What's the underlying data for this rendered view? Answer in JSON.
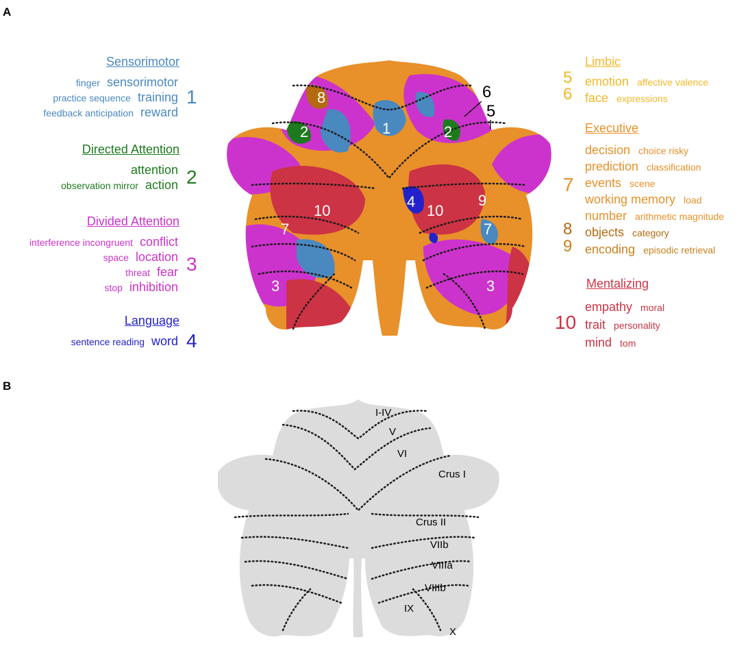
{
  "panel_a": {
    "letter": "A",
    "colors": {
      "sensorimotor": "#4a88c0",
      "directed": "#1e7a1e",
      "divided": "#cc33cc",
      "language": "#2222cc",
      "limbic": "#f2b82a",
      "executive": "#e8902a",
      "dark_orange": "#b36a10",
      "mentalizing": "#cc3344"
    },
    "legend_left": [
      {
        "heading": "Sensorimotor",
        "number": "1",
        "lines": [
          [
            "finger",
            "sensorimotor"
          ],
          [
            "practice sequence",
            "training"
          ],
          [
            "feedback anticipation",
            "reward"
          ]
        ]
      },
      {
        "heading": "Directed Attention",
        "number": "2",
        "lines": [
          [
            "attention"
          ],
          [
            "observation mirror",
            "action"
          ]
        ]
      },
      {
        "heading": "Divided Attention",
        "number": "3",
        "lines": [
          [
            "interference incongruent",
            "conflict"
          ],
          [
            "space",
            "location"
          ],
          [
            "threat",
            "fear"
          ],
          [
            "stop",
            "inhibition"
          ]
        ]
      },
      {
        "heading": "Language",
        "number": "4",
        "lines": [
          [
            "sentence reading",
            "word"
          ]
        ]
      }
    ],
    "legend_right": {
      "limbic": {
        "heading": "Limbic",
        "rows": [
          {
            "number": "5",
            "big": "emotion",
            "small": "affective valence"
          },
          {
            "number": "6",
            "big": "face",
            "small": "expressions"
          }
        ]
      },
      "executive": {
        "heading": "Executive",
        "number": "7",
        "rows": [
          {
            "big": "decision",
            "small": "choice risky"
          },
          {
            "big": "prediction",
            "small": "classification"
          },
          {
            "big": "events",
            "small": "scene"
          },
          {
            "big": "working memory",
            "small": "load"
          },
          {
            "big": "number",
            "small": "arithmetic magnitude"
          }
        ]
      },
      "other": [
        {
          "number": "8",
          "big": "objects",
          "small": "category"
        },
        {
          "number": "9",
          "big": "encoding",
          "small": "episodic retrieval"
        }
      ],
      "mentalizing": {
        "heading": "Mentalizing",
        "number": "10",
        "rows": [
          {
            "big": "empathy",
            "small": "moral"
          },
          {
            "big": "trait",
            "small": "personality"
          },
          {
            "big": "mind",
            "small": "tom"
          }
        ]
      }
    },
    "map_labels": {
      "n1": "1",
      "n2a": "2",
      "n2b": "2",
      "n3a": "3",
      "n3b": "3",
      "n4": "4",
      "n5": "5",
      "n6": "6",
      "n7a": "7",
      "n7b": "7",
      "n8": "8",
      "n9": "9",
      "n10a": "10",
      "n10b": "10"
    }
  },
  "panel_b": {
    "letter": "B",
    "lobules": {
      "l1": "I-IV",
      "l2": "V",
      "l3": "VI",
      "l4": "Crus I",
      "l5": "Crus II",
      "l6": "VIIb",
      "l7": "VIIIa",
      "l8": "VIIIb",
      "l9": "IX",
      "l10": "X"
    }
  }
}
